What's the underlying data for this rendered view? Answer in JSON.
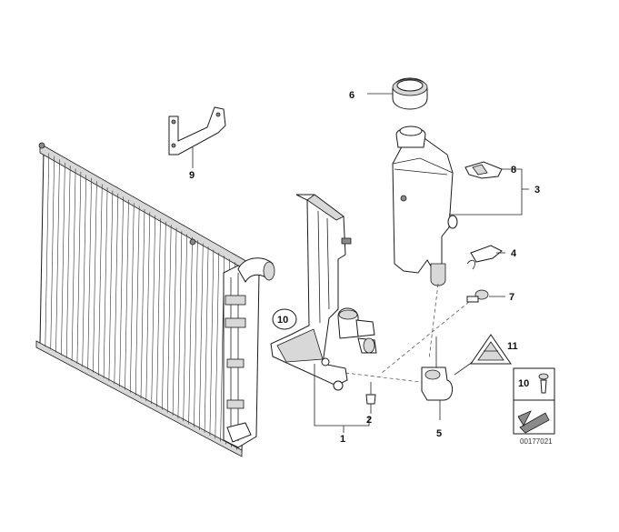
{
  "callouts": {
    "c1": "1",
    "c2": "2",
    "c3": "3",
    "c4": "4",
    "c5": "5",
    "c6": "6",
    "c7": "7",
    "c8": "8",
    "c9": "9",
    "c10": "10",
    "c11": "11"
  },
  "legend": {
    "box_number": "10"
  },
  "reference_number": "00177021"
}
